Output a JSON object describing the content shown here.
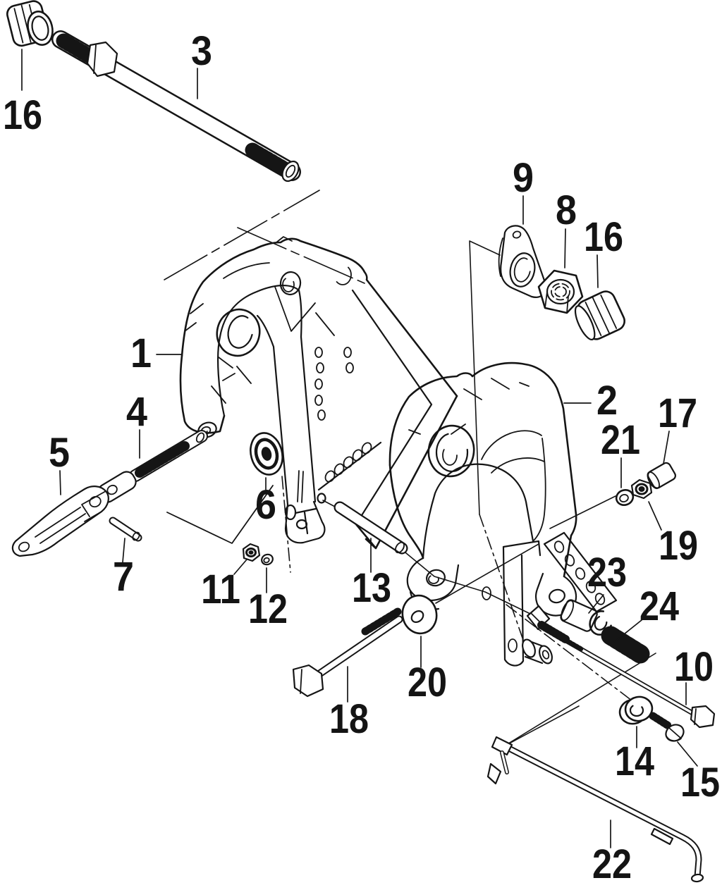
{
  "figure": {
    "kind": "exploded-parts-diagram",
    "background_color": "#ffffff",
    "line_color": "#151515",
    "callouts": [
      {
        "id": "16-top",
        "label": "16"
      },
      {
        "id": "3",
        "label": "3"
      },
      {
        "id": "9",
        "label": "9"
      },
      {
        "id": "8",
        "label": "8"
      },
      {
        "id": "16-right",
        "label": "16"
      },
      {
        "id": "1",
        "label": "1"
      },
      {
        "id": "2",
        "label": "2"
      },
      {
        "id": "4",
        "label": "4"
      },
      {
        "id": "5",
        "label": "5"
      },
      {
        "id": "17",
        "label": "17"
      },
      {
        "id": "21",
        "label": "21"
      },
      {
        "id": "6",
        "label": "6"
      },
      {
        "id": "19",
        "label": "19"
      },
      {
        "id": "7",
        "label": "7"
      },
      {
        "id": "11",
        "label": "11"
      },
      {
        "id": "12",
        "label": "12"
      },
      {
        "id": "13",
        "label": "13"
      },
      {
        "id": "23",
        "label": "23"
      },
      {
        "id": "24",
        "label": "24"
      },
      {
        "id": "20",
        "label": "20"
      },
      {
        "id": "10",
        "label": "10"
      },
      {
        "id": "18",
        "label": "18"
      },
      {
        "id": "14",
        "label": "14"
      },
      {
        "id": "15",
        "label": "15"
      },
      {
        "id": "22",
        "label": "22"
      }
    ]
  }
}
